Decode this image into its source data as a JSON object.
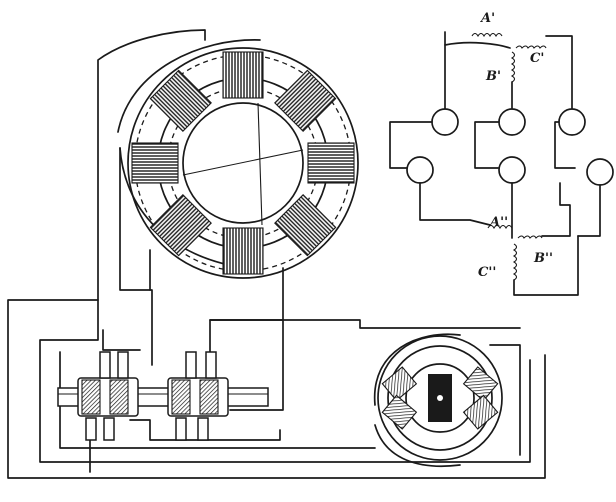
{
  "labels": {
    "a_prime": "A'",
    "b_prime": "B'",
    "c_prime": "C'",
    "a_double": "A''",
    "b_double": "B''",
    "c_double": "C''"
  }
}
